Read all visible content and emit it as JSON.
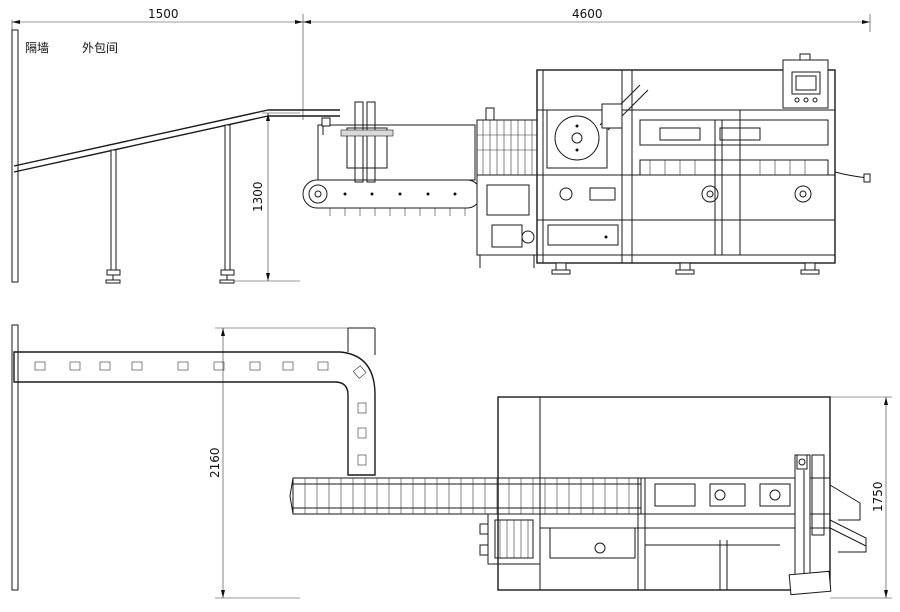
{
  "labels": {
    "partition_wall": "隔墙",
    "outer_packing_room": "外包间"
  },
  "dimensions": {
    "top_left_width": "1500",
    "top_right_width": "4600",
    "conveyor_height": "1300",
    "plan_depth_total": "2160",
    "machine_depth": "1750"
  }
}
